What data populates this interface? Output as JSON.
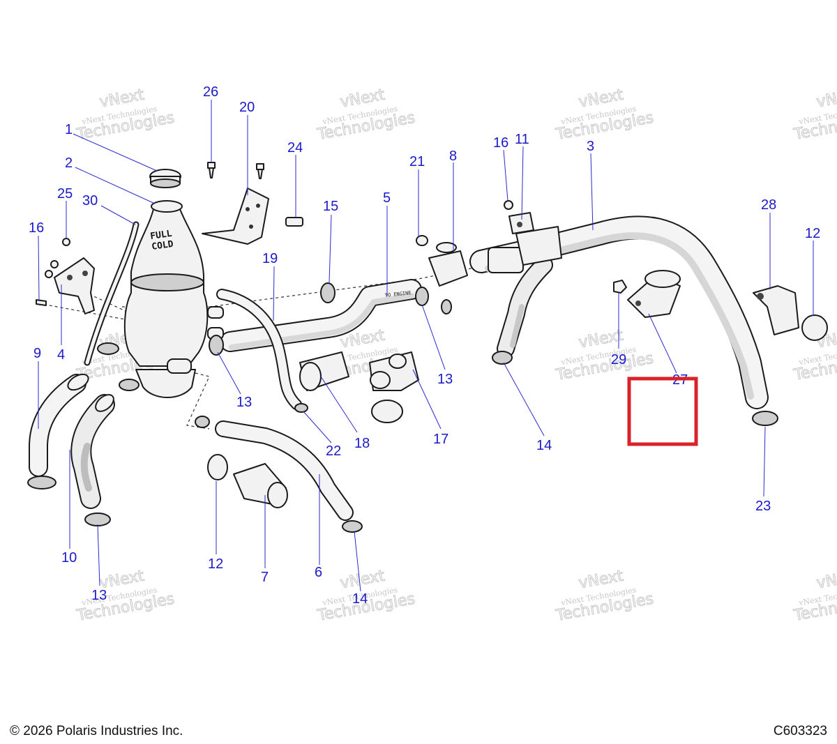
{
  "diagram": {
    "callouts": [
      {
        "id": "c1",
        "label": "1"
      },
      {
        "id": "c2",
        "label": "2"
      },
      {
        "id": "c3",
        "label": "3"
      },
      {
        "id": "c4",
        "label": "4"
      },
      {
        "id": "c5",
        "label": "5"
      },
      {
        "id": "c6",
        "label": "6"
      },
      {
        "id": "c7",
        "label": "7"
      },
      {
        "id": "c8",
        "label": "8"
      },
      {
        "id": "c9",
        "label": "9"
      },
      {
        "id": "c10",
        "label": "10"
      },
      {
        "id": "c11",
        "label": "11"
      },
      {
        "id": "c12a",
        "label": "12"
      },
      {
        "id": "c12b",
        "label": "12"
      },
      {
        "id": "c13a",
        "label": "13"
      },
      {
        "id": "c13b",
        "label": "13"
      },
      {
        "id": "c13c",
        "label": "13"
      },
      {
        "id": "c14a",
        "label": "14"
      },
      {
        "id": "c14b",
        "label": "14"
      },
      {
        "id": "c15",
        "label": "15"
      },
      {
        "id": "c16a",
        "label": "16"
      },
      {
        "id": "c16b",
        "label": "16"
      },
      {
        "id": "c17",
        "label": "17"
      },
      {
        "id": "c18",
        "label": "18"
      },
      {
        "id": "c19",
        "label": "19"
      },
      {
        "id": "c20",
        "label": "20"
      },
      {
        "id": "c21",
        "label": "21"
      },
      {
        "id": "c22",
        "label": "22"
      },
      {
        "id": "c23",
        "label": "23"
      },
      {
        "id": "c24",
        "label": "24"
      },
      {
        "id": "c25",
        "label": "25"
      },
      {
        "id": "c26",
        "label": "26"
      },
      {
        "id": "c27",
        "label": "27"
      },
      {
        "id": "c28",
        "label": "28"
      },
      {
        "id": "c29",
        "label": "29"
      },
      {
        "id": "c30",
        "label": "30"
      }
    ],
    "bottle_text_line1": "FULL",
    "bottle_text_line2": "COLD",
    "pipe_text": "TO ENGINE",
    "watermark": {
      "line1": "vNext",
      "line2": "vNext Technologies",
      "line3": "Technologies"
    },
    "highlight_color": "#d9222a",
    "callout_color": "#1a1acc"
  },
  "footer": {
    "copyright": "© 2026 Polaris Industries Inc.",
    "code": "C603323"
  }
}
